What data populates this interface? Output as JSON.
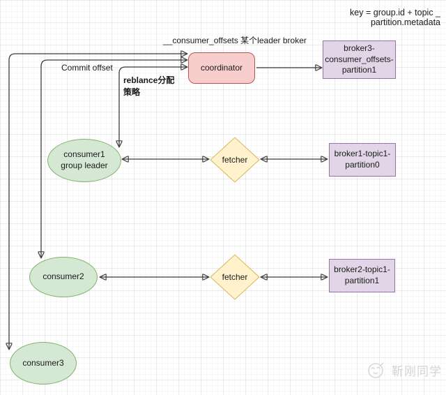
{
  "annotations": {
    "key_formula": "key = group.id + topic _ partition.metadata",
    "offsets_leader_label": "__consumer_offsets 某个leader broker",
    "commit_offset_label": "Commit offset",
    "rebalance_label": "reblance分配\n策略"
  },
  "nodes": {
    "coordinator": "coordinator",
    "broker3": "broker3-\nconsumer_offsets-\npartition1",
    "consumer1": "consumer1\ngroup leader",
    "fetcher1": "fetcher",
    "broker1": "broker1-topic1-\npartition0",
    "consumer2": "consumer2",
    "fetcher2": "fetcher",
    "broker2": "broker2-topic1-\npartition1",
    "consumer3": "consumer3"
  },
  "watermark": {
    "text": "靳刚同学"
  },
  "colors": {
    "coordinator_fill": "#f8cecc",
    "coordinator_stroke": "#b85450",
    "broker_fill": "#e1d5e7",
    "broker_stroke": "#9673a6",
    "consumer_fill": "#d5e8d4",
    "consumer_stroke": "#82b366",
    "fetcher_fill": "#fff2cc",
    "fetcher_stroke": "#d6b656",
    "connector": "#3b3b3b",
    "watermark_gray": "#d4d4d4"
  }
}
